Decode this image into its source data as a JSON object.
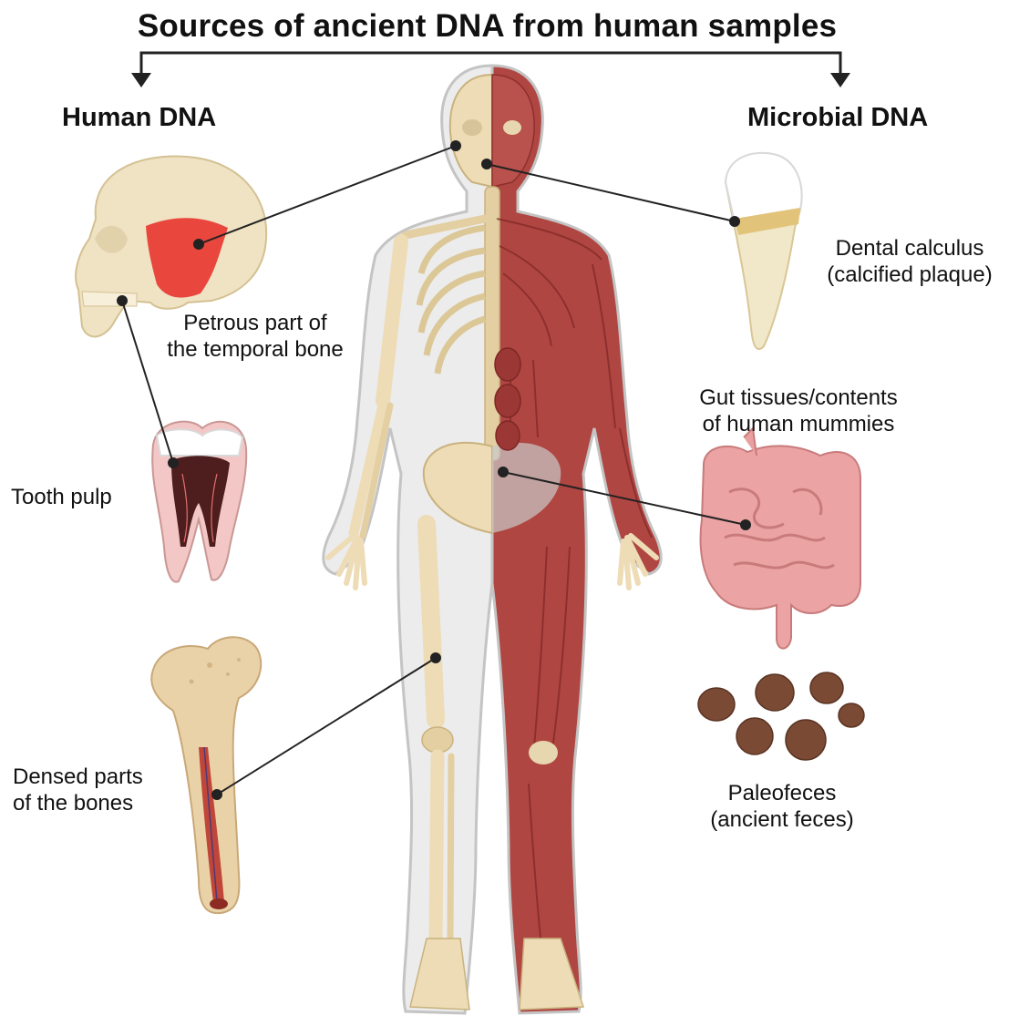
{
  "title": "Sources of ancient DNA from human samples",
  "categories": {
    "human": "Human DNA",
    "microbial": "Microbial DNA"
  },
  "labels": {
    "petrous": {
      "line1": "Petrous part of",
      "line2": "the temporal bone"
    },
    "tooth_pulp": {
      "line1": "Tooth pulp"
    },
    "dense_bones": {
      "line1": "Densed parts",
      "line2": "of the bones"
    },
    "calculus": {
      "line1": "Dental calculus",
      "line2": "(calcified plaque)"
    },
    "gut": {
      "line1": "Gut tissues/contents",
      "line2": "of human mummies"
    },
    "paleofeces": {
      "line1": "Paleofeces",
      "line2": "(ancient feces)"
    }
  },
  "colors": {
    "bone": "#eddcb5",
    "bone_dark": "#c9b27f",
    "muscle": "#a8403e",
    "muscle_light": "#c25a55",
    "petrous": "#e9473d",
    "skin_outline": "#bdbdbd",
    "intestine": "#e9a0a0",
    "feces": "#7a4a35",
    "line": "#222222"
  }
}
